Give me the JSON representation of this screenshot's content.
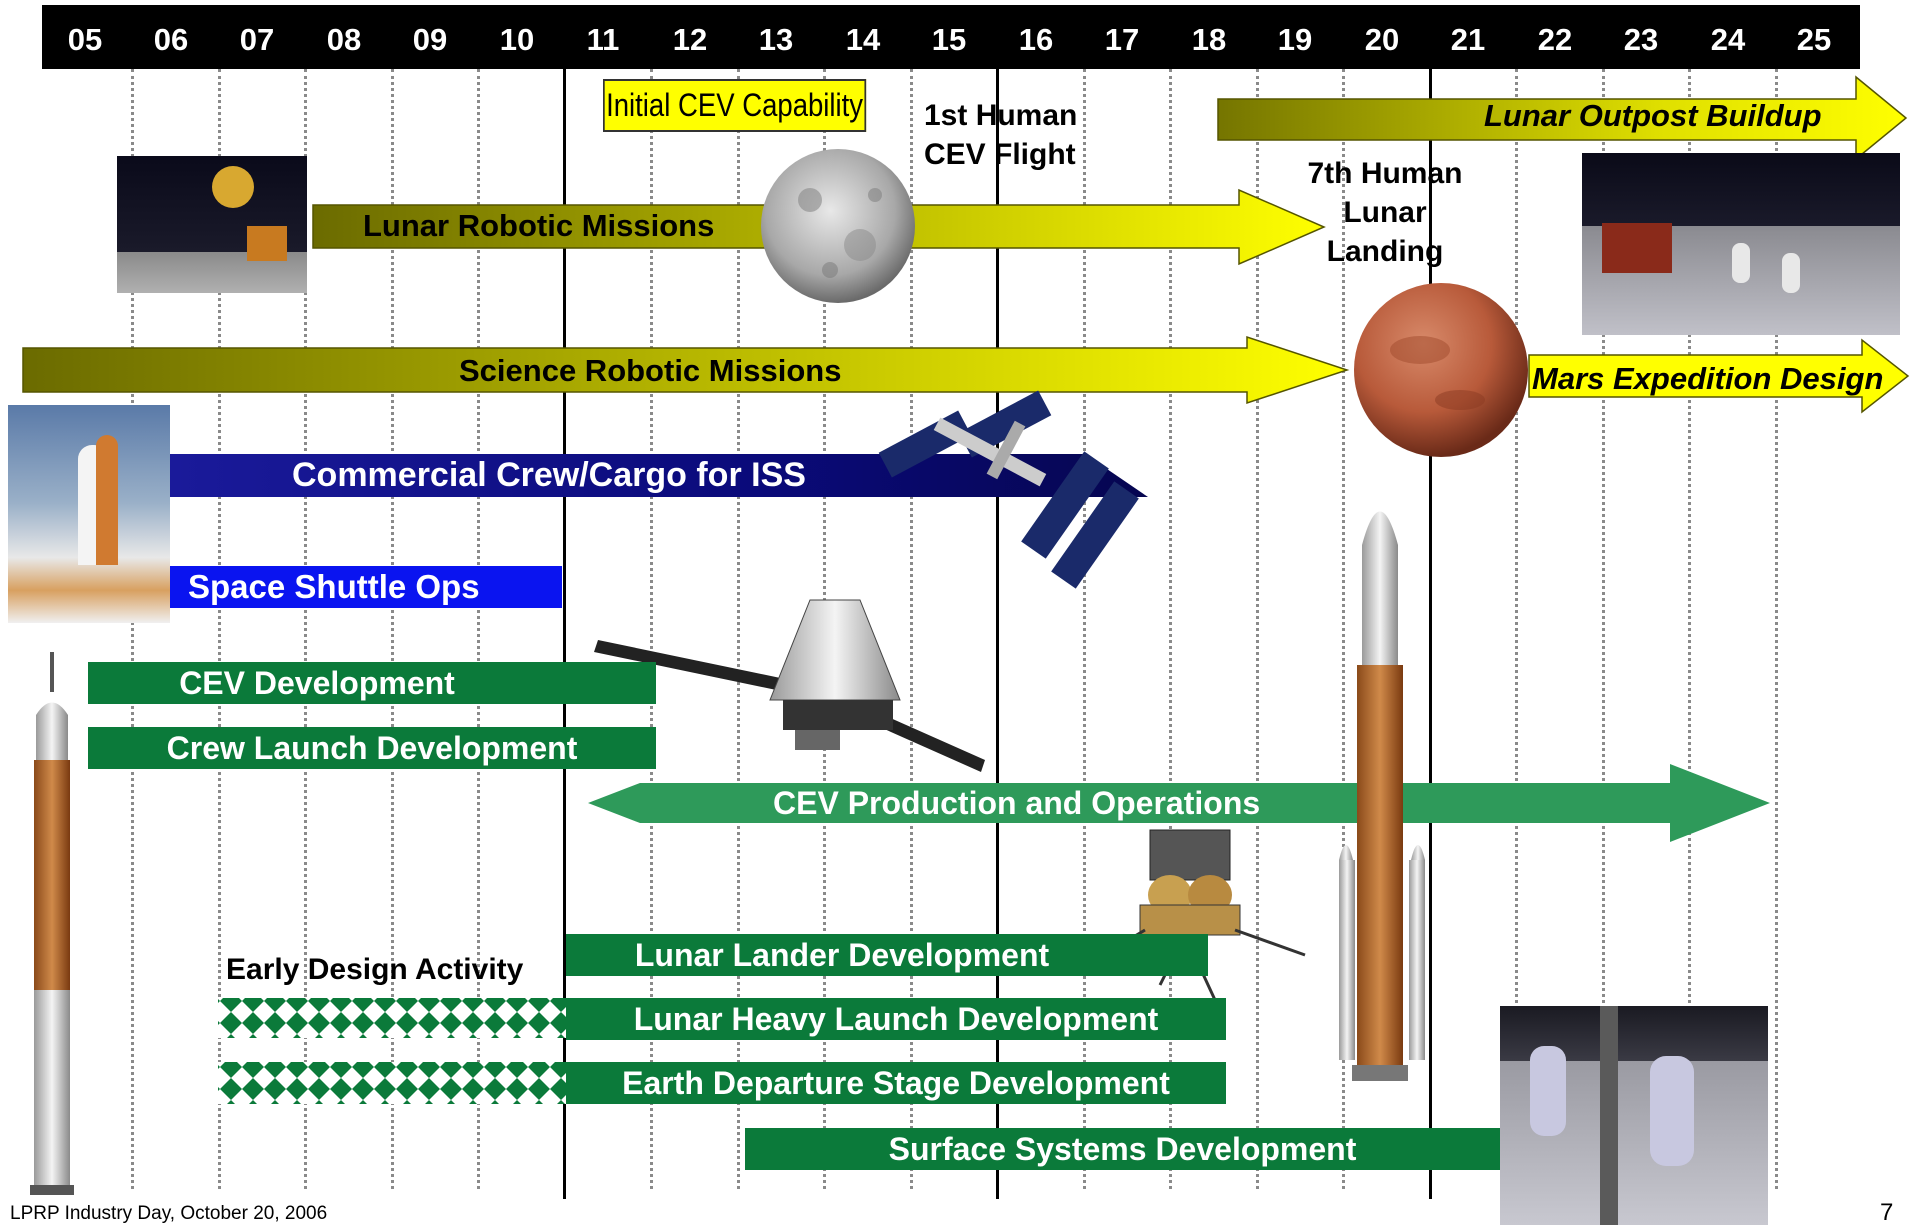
{
  "timeline": {
    "years": [
      "05",
      "06",
      "07",
      "08",
      "09",
      "10",
      "11",
      "12",
      "13",
      "14",
      "15",
      "16",
      "17",
      "18",
      "19",
      "20",
      "21",
      "22",
      "23",
      "24",
      "25"
    ]
  },
  "milestones": {
    "initial_cev": "Initial CEV Capability",
    "first_human_line1": "1st Human",
    "first_human_line2": "CEV Flight",
    "seventh_line1": "7th Human",
    "seventh_line2": "Lunar",
    "seventh_line3": "Landing"
  },
  "arrows": {
    "lunar_outpost": "Lunar Outpost Buildup",
    "lunar_robotic": "Lunar Robotic Missions",
    "science_robotic": "Science Robotic Missions",
    "mars_expedition": "Mars Expedition Design",
    "cev_production": "CEV Production and Operations"
  },
  "bars": {
    "commercial_crew": "Commercial Crew/Cargo for ISS",
    "space_shuttle": "Space Shuttle Ops",
    "cev_development": "CEV Development",
    "crew_launch": "Crew Launch Development",
    "lunar_lander": "Lunar Lander Development",
    "lunar_heavy": "Lunar Heavy Launch Development",
    "earth_departure": "Earth Departure Stage Development",
    "surface_systems": "Surface Systems Development"
  },
  "early_design": "Early Design Activity",
  "footer": {
    "caption": "LPRP Industry Day, October 20, 2006",
    "page_number": "7"
  },
  "colors": {
    "olive_dark": "#6b6b00",
    "yellow": "#ffff00",
    "navy": "#0a0a7a",
    "blue": "#0a14f0",
    "green_dark": "#0b7a3a",
    "green_light": "#2e9a5a"
  }
}
